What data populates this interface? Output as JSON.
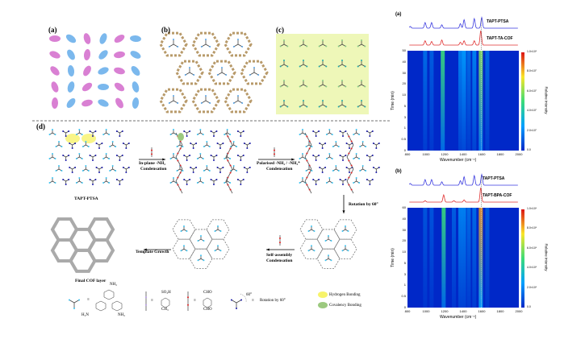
{
  "panels": {
    "a": "(a)",
    "b": "(b)",
    "c": "(c)",
    "d": "(d)"
  },
  "scheme": {
    "tapt_ptsa": "TAPT-PTSA",
    "step1_line1": "In-plane -NH₂",
    "step1_line2": "Condensation",
    "step2_line1": "Polarised -NH₂ / -NH₃⁺",
    "step2_line2": "Condensation",
    "rotation": "Rotation by 60°",
    "step3_line1": "Self-assembly",
    "step3_line2": "Condensation",
    "template_growth": "Template Growth",
    "final": "Final COF layer",
    "legend": {
      "equiv": "≡",
      "rotation": "Rotation by 60°",
      "angle": "60°",
      "hbond": "Hydrogen Bonding",
      "cbond": "Covalency Bonding",
      "so3h": "SO₃H",
      "ch3": "CH₃",
      "cho": "CHO",
      "nh2": "NH₂",
      "h2n": "H₂N"
    }
  },
  "colors": {
    "hbond": "#f7f36a",
    "cbond": "#9cc97f",
    "tapt": "#3ec3f0",
    "bpa": "#e02020",
    "ptsa": "#b79ce6",
    "rot": "#1a1aa8",
    "spec_blue": "#3a3adf",
    "spec_red": "#e03030",
    "cbg": "#eef7b8"
  },
  "chart_data": [
    {
      "type": "heatmap",
      "panel": "(a)",
      "xlabel": "Wavenumber (cm⁻¹)",
      "ylabel": "Time (min)",
      "clabel": "Relative intensity",
      "xlim": [
        800,
        2000
      ],
      "xticks": [
        "800",
        "1000",
        "1200",
        "1400",
        "1600",
        "1800",
        "2000"
      ],
      "yticks": [
        "0",
        "0.5",
        "1",
        "3",
        "5",
        "10",
        "20",
        "30",
        "40",
        "50"
      ],
      "cticks": [
        "0.0",
        "2.0×10⁷",
        "4.0×10⁷",
        "6.0×10⁷",
        "8.0×10⁷",
        "1.0×10⁸"
      ],
      "spectra": [
        {
          "name": "TAPT-PTSA",
          "peaks": [
            [
              830,
              0.15
            ],
            [
              990,
              0.5
            ],
            [
              1060,
              0.5
            ],
            [
              1170,
              0.3
            ],
            [
              1370,
              0.4
            ],
            [
              1410,
              0.75
            ],
            [
              1520,
              0.85
            ],
            [
              1600,
              0.95
            ]
          ]
        },
        {
          "name": "TAPT-TA-COF",
          "peaks": [
            [
              990,
              0.3
            ],
            [
              1060,
              0.25
            ],
            [
              1170,
              0.35
            ],
            [
              1370,
              0.2
            ],
            [
              1410,
              0.3
            ],
            [
              1520,
              0.3
            ],
            [
              1590,
              1.0
            ]
          ]
        }
      ],
      "bands": [
        [
          990,
          0.15
        ],
        [
          1060,
          0.12
        ],
        [
          1180,
          0.5
        ],
        [
          1370,
          0.2
        ],
        [
          1410,
          0.25
        ],
        [
          1460,
          0.15
        ],
        [
          1520,
          0.2
        ],
        [
          1590,
          0.6
        ],
        [
          1660,
          0.15
        ]
      ]
    },
    {
      "type": "heatmap",
      "panel": "(b)",
      "xlabel": "Wavenumber (cm⁻¹)",
      "ylabel": "Time (min)",
      "clabel": "Relative intensity",
      "xlim": [
        800,
        2000
      ],
      "xticks": [
        "800",
        "1000",
        "1200",
        "1400",
        "1600",
        "1800",
        "2000"
      ],
      "yticks": [
        "0",
        "0.5",
        "1",
        "3",
        "5",
        "10",
        "20",
        "30",
        "40",
        "60"
      ],
      "cticks": [
        "0.0",
        "2.0×10⁸",
        "4.0×10⁸",
        "6.0×10⁸",
        "8.0×10⁸",
        "1.0×10⁹"
      ],
      "spectra": [
        {
          "name": "TAPT-PTSA",
          "peaks": [
            [
              830,
              0.15
            ],
            [
              990,
              0.5
            ],
            [
              1060,
              0.5
            ],
            [
              1170,
              0.3
            ],
            [
              1370,
              0.4
            ],
            [
              1410,
              0.75
            ],
            [
              1520,
              0.85
            ],
            [
              1600,
              0.95
            ]
          ]
        },
        {
          "name": "TAPT-BPA-COF",
          "peaks": [
            [
              990,
              0.1
            ],
            [
              1190,
              0.5
            ],
            [
              1300,
              0.1
            ],
            [
              1410,
              0.15
            ],
            [
              1590,
              1.0
            ]
          ]
        }
      ],
      "bands": [
        [
          990,
          0.1
        ],
        [
          1060,
          0.1
        ],
        [
          1190,
          0.5
        ],
        [
          1300,
          0.12
        ],
        [
          1370,
          0.2
        ],
        [
          1410,
          0.2
        ],
        [
          1460,
          0.15
        ],
        [
          1520,
          0.15
        ],
        [
          1590,
          0.85
        ],
        [
          1660,
          0.12
        ]
      ]
    }
  ]
}
